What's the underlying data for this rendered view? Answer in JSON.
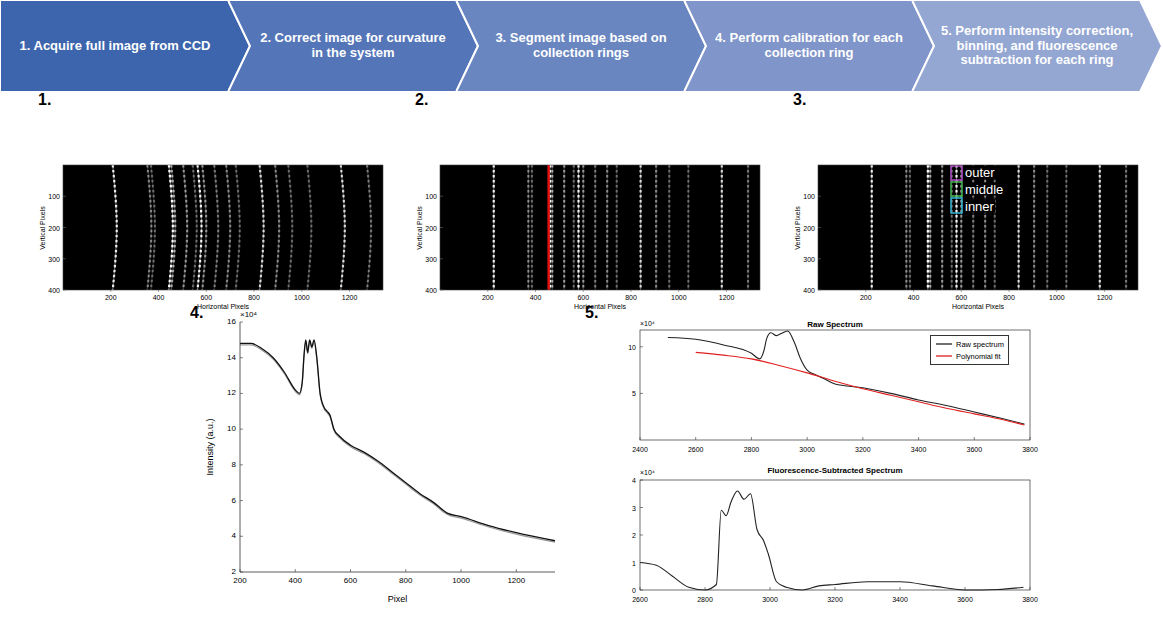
{
  "diagram": {
    "nodes": [
      {
        "text": [
          "1. Acquire full image from CCD"
        ]
      },
      {
        "text": [
          "2. Correct image for curvature in the system"
        ]
      },
      {
        "text": [
          "3. Segment image based on collection rings"
        ]
      },
      {
        "text": [
          "4. Perform calibration for each collection ring"
        ]
      },
      {
        "text": [
          "5. Perform intensity correction, binning, and fluorescence subtraction for each ring"
        ]
      }
    ],
    "labels": [
      "1.",
      "100",
      "200",
      "300",
      "400",
      "200",
      "400",
      "600",
      "800",
      "1000",
      "1200",
      "Vertical Pixels",
      "Horizontal Pixels",
      "2.",
      "100",
      "200",
      "300",
      "400",
      "200",
      "400",
      "600",
      "800",
      "1000",
      "1200",
      "Vertical Pixels",
      "Horizontal Pixels",
      "3.",
      "100",
      "200",
      "300",
      "400",
      "200",
      "400",
      "600",
      "800",
      "1000",
      "1200",
      "Vertical Pixels",
      "Horizontal Pixels",
      "outer",
      "middle",
      "inner",
      "4.",
      "×10⁴",
      "16",
      "14",
      "12",
      "10",
      "8",
      "6",
      "4",
      "2",
      "200",
      "400",
      "600",
      "800",
      "1000",
      "1200",
      "Intensity (a.u.)",
      "Pixel",
      "5.",
      "Raw Spectrum",
      "×10⁴",
      "10",
      "5",
      "2400",
      "2600",
      "2800",
      "3000",
      "3200",
      "3400",
      "3600",
      "3800",
      "Fluorescence-Subtracted Spectrum",
      "×10⁴",
      "4",
      "3",
      "2",
      "1",
      "0",
      "2600",
      "2800",
      "3000",
      "3200",
      "3400",
      "3600",
      "3800"
    ],
    "legend": [
      {
        "text": "Raw spectrum"
      },
      {
        "text": "Polynomial fit"
      }
    ]
  }
}
